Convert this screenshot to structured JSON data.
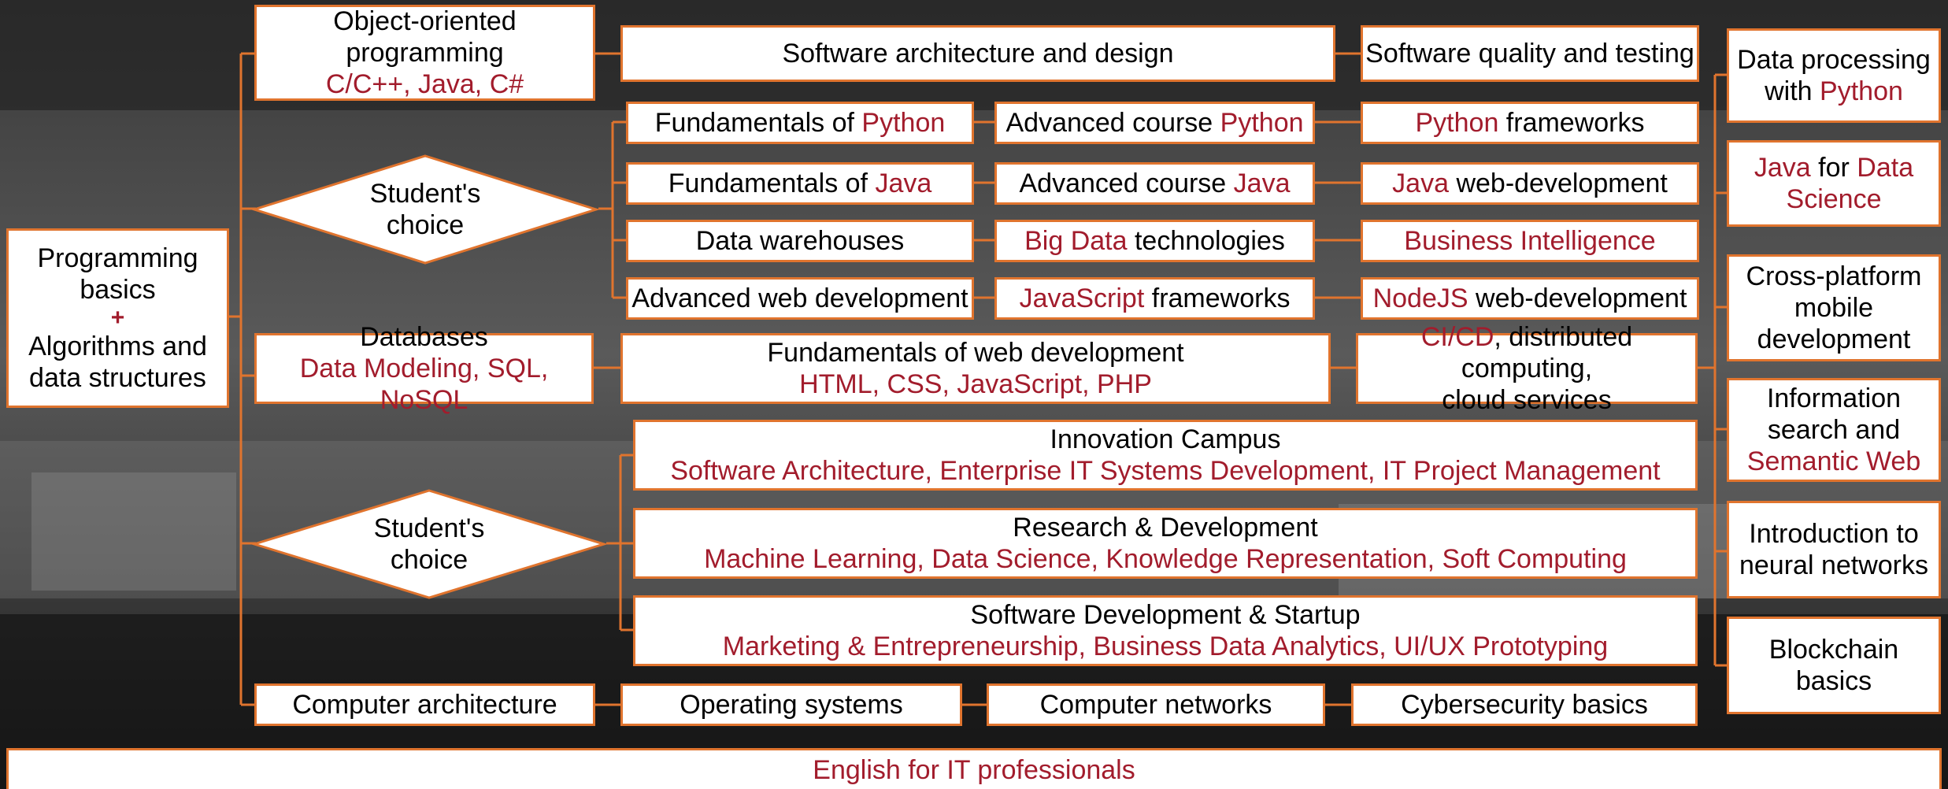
{
  "theme": {
    "accent": "#e0742e",
    "highlight": "#a21c2c",
    "box_bg": "#ffffff"
  },
  "foundation": {
    "line1": "Programming",
    "line2": "basics",
    "plus": "+",
    "line3": "Algorithms and",
    "line4": "data structures"
  },
  "oop": {
    "line1": "Object-oriented",
    "line2": "programming",
    "langs": "C/C++, Java, C#"
  },
  "sad": {
    "label": "Software architecture and design"
  },
  "sqt": {
    "label": "Software quality and testing"
  },
  "choice1": {
    "line1": "Student's",
    "line2": "choice"
  },
  "choice2": {
    "line1": "Student's",
    "line2": "choice"
  },
  "python_row": {
    "fund_prefix": "Fundamentals of ",
    "fund_hl": "Python",
    "adv_prefix": "Advanced course ",
    "adv_hl": "Python",
    "fw_hl": "Python",
    "fw_suffix": " frameworks"
  },
  "java_row": {
    "fund_prefix": "Fundamentals of ",
    "fund_hl": "Java",
    "adv_prefix": "Advanced course ",
    "adv_hl": "Java",
    "web_hl": "Java",
    "web_suffix": " web-development"
  },
  "data_row": {
    "warehouses": "Data warehouses",
    "bigdata_hl": "Big Data",
    "bigdata_suffix": " technologies",
    "bi_hl": "Business Intelligence"
  },
  "web_row": {
    "adv_web": "Advanced web development",
    "js_hl": "JavaScript",
    "js_suffix": " frameworks",
    "node_hl": "NodeJS",
    "node_suffix": " web-development"
  },
  "databases": {
    "title": "Databases",
    "sub": "Data Modeling, SQL, NoSQL"
  },
  "webdev": {
    "title": "Fundamentals of web development",
    "sub": "HTML, CSS, JavaScript, PHP"
  },
  "cicd": {
    "hl": "CI/CD",
    "line1_suffix": ", distributed computing,",
    "line2": "cloud services"
  },
  "innovation": {
    "title": "Innovation Campus",
    "sub": "Software Architecture, Enterprise IT Systems Development, IT Project Management"
  },
  "rnd": {
    "title": "Research & Development",
    "sub": "Machine Learning, Data Science, Knowledge Representation, Soft Computing"
  },
  "startup": {
    "title": "Software Development & Startup",
    "sub": "Marketing & Entrepreneurship, Business Data Analytics, UI/UX Prototyping"
  },
  "systems_row": {
    "arch": "Computer architecture",
    "os": "Operating systems",
    "net": "Computer networks",
    "sec": "Cybersecurity basics"
  },
  "english": {
    "label": "English for IT professionals"
  },
  "electives": {
    "dp_line1": "Data processing",
    "dp_line2_prefix": "with ",
    "dp_hl": "Python",
    "jds_hl1": "Java",
    "jds_mid": " for ",
    "jds_hl2": "Data",
    "jds_hl3": "Science",
    "mob_line1": "Cross-platform",
    "mob_line2": "mobile",
    "mob_line3": "development",
    "sem_line1": "Information",
    "sem_line2": "search and",
    "sem_hl": "Semantic Web",
    "nn_line1": "Introduction to",
    "nn_line2": "neural networks",
    "bc": "Blockchain basics"
  }
}
